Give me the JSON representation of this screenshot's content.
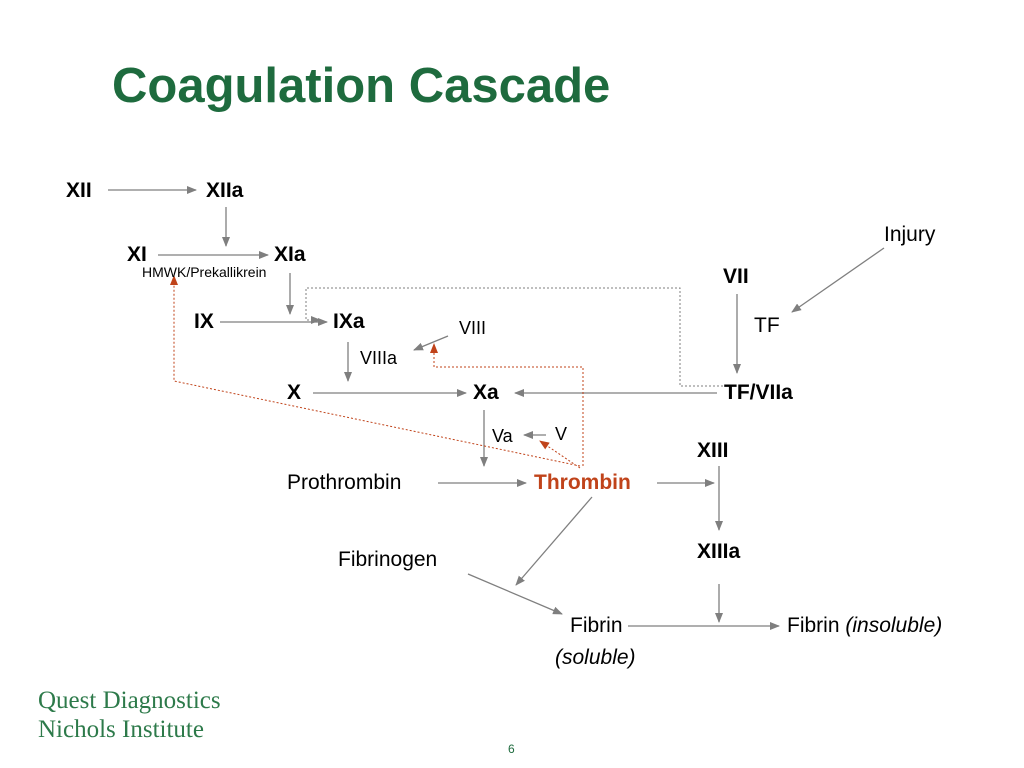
{
  "slide": {
    "title": "Coagulation Cascade",
    "page_number": "6"
  },
  "logo": {
    "line1": "Quest Diagnostics",
    "line2": "Nichols Institute"
  },
  "nodes": {
    "xii": "XII",
    "xiia": "XIIa",
    "xi": "XI",
    "xia": "XIa",
    "hmwk": "HMWK/Prekallikrein",
    "ix": "IX",
    "ixa": "IXa",
    "viii": "VIII",
    "viiia": "VIIIa",
    "x": "X",
    "xa": "Xa",
    "va": "Va",
    "v": "V",
    "prothrombin": "Prothrombin",
    "thrombin": "Thrombin",
    "fibrinogen": "Fibrinogen",
    "fibrin_soluble": "Fibrin",
    "soluble": "(soluble)",
    "fibrin_insoluble": "Fibrin",
    "insoluble": "(insoluble)",
    "injury": "Injury",
    "vii": "VII",
    "tf": "TF",
    "tf_viia": "TF/VIIa",
    "xiii": "XIII",
    "xiiia": "XIIIa"
  },
  "colors": {
    "title": "#1e6b3e",
    "thrombin": "#c0431a",
    "arrow": "#7f7f7f",
    "feedback": "#c0431a"
  }
}
